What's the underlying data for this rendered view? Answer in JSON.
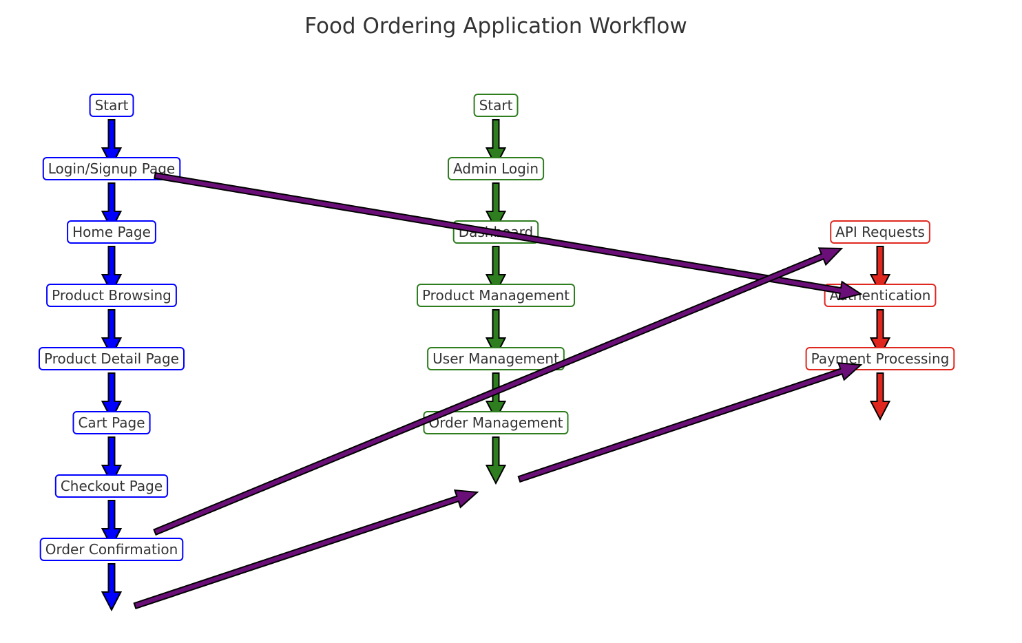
{
  "title": "Food Ordering Application Workflow",
  "colors": {
    "user_flow": "#0000ff",
    "admin_flow": "#2e7d1f",
    "backend_flow": "#e0271f",
    "cross_links": "#6a0f77",
    "text": "#333333",
    "node_fill": "#ffffff"
  },
  "user_flow": {
    "nodes": [
      "Start",
      "Login/Signup Page",
      "Home Page",
      "Product Browsing",
      "Product Detail Page",
      "Cart Page",
      "Checkout Page",
      "Order Confirmation"
    ]
  },
  "admin_flow": {
    "nodes": [
      "Start",
      "Admin Login",
      "Dashboard",
      "Product Management",
      "User Management",
      "Order Management"
    ]
  },
  "backend_flow": {
    "nodes": [
      "API Requests",
      "Authentication",
      "Payment Processing"
    ]
  },
  "cross_links": [
    {
      "from": "Login/Signup Page",
      "to": "Authentication"
    },
    {
      "from": "Order Confirmation",
      "to": "API Requests"
    },
    {
      "from": "User flow end",
      "to": "Admin flow end"
    },
    {
      "from": "Admin flow end",
      "to": "Payment Processing"
    }
  ]
}
